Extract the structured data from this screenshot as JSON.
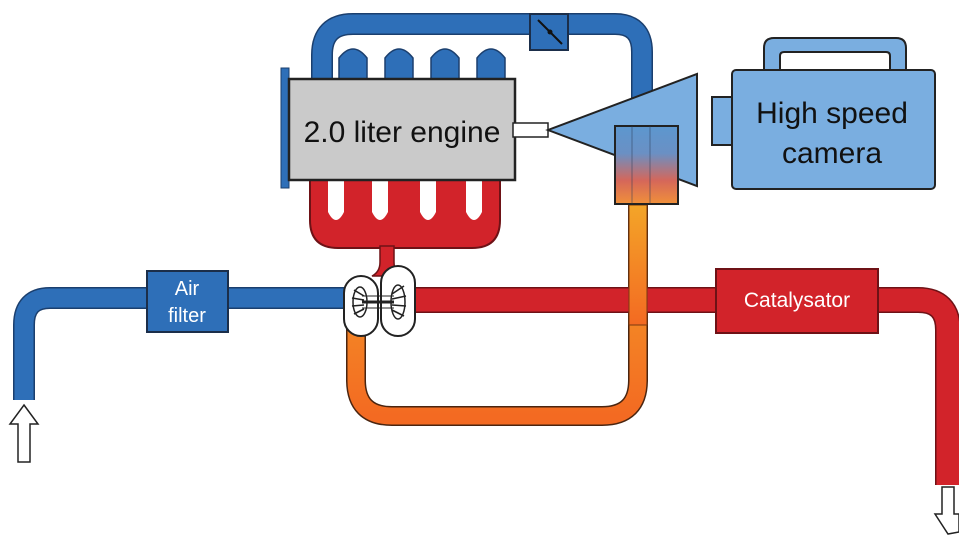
{
  "labels": {
    "engine": "2.0 liter engine",
    "camera_line1": "High speed",
    "camera_line2": "camera",
    "air_filter_line1": "Air",
    "air_filter_line2": "filter",
    "catalyst": "Catalysator"
  },
  "icons": {
    "inlet": "up-arrow-icon",
    "outlet": "down-arrow-icon",
    "throttle": "throttle-valve-icon",
    "turbo": "turbocharger-icon"
  },
  "colors": {
    "intake_blue": "#2e6fb8",
    "exhaust_red": "#d2232a",
    "hot_orange": "#f3a027",
    "egr_orange": "#f36b22",
    "engine_gray": "#cacaca",
    "camera_blue": "#7aaee0",
    "filter_blue": "#2e6fb8",
    "catalyst_red": "#d2232a"
  }
}
